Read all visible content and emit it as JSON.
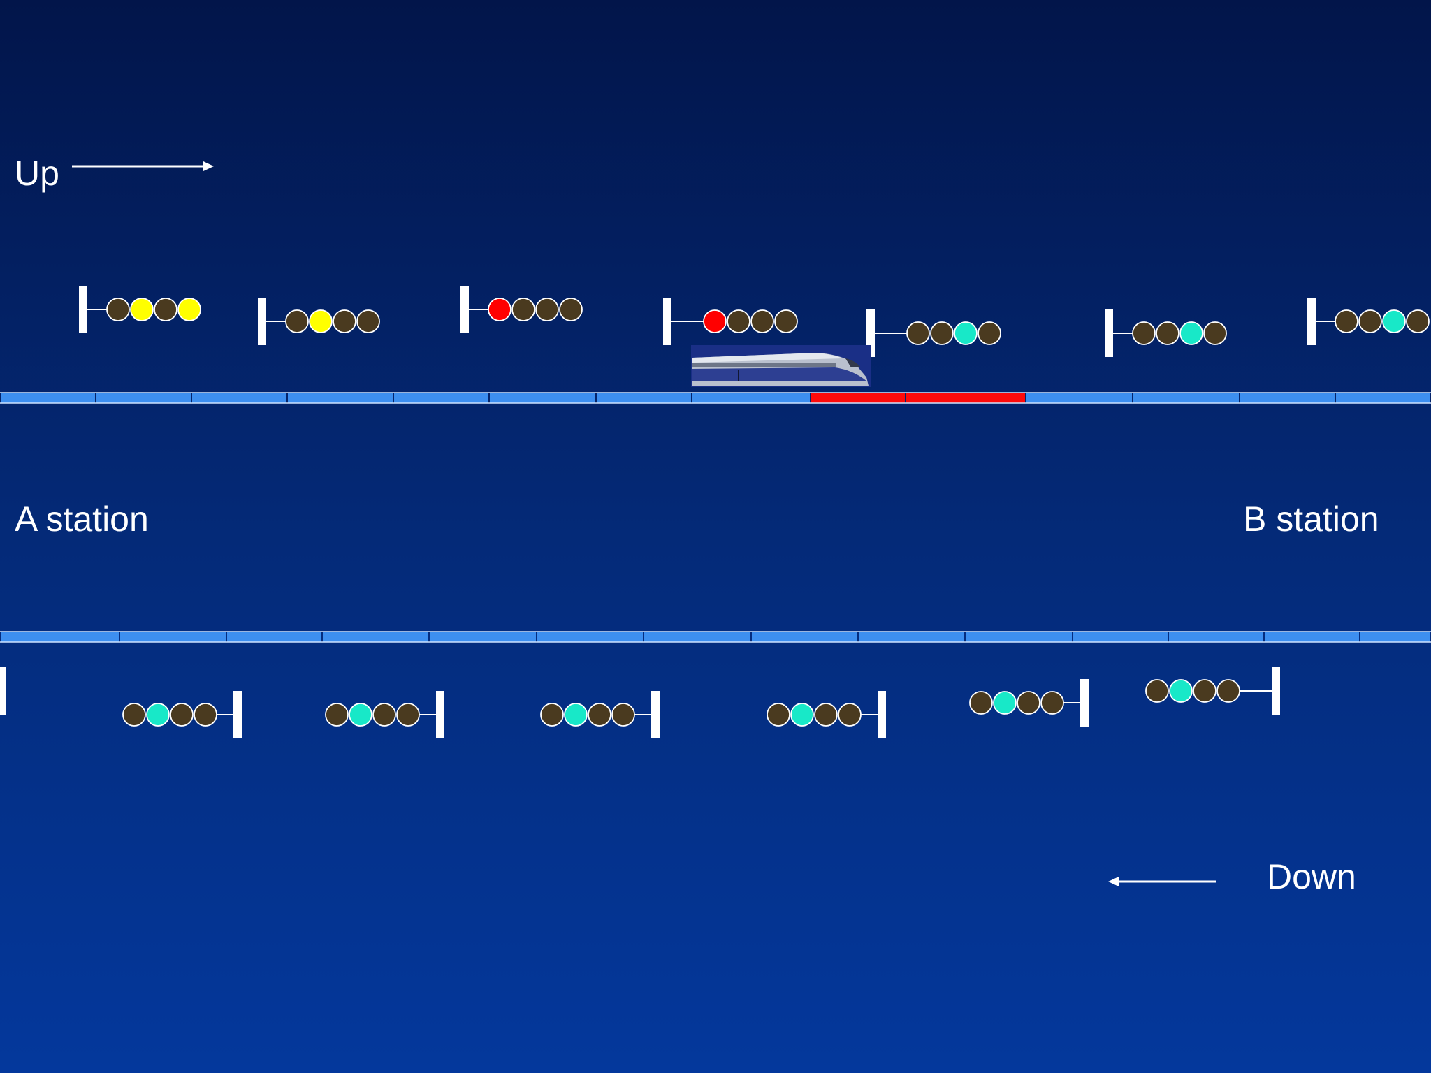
{
  "labels": {
    "up": "Up",
    "down": "Down",
    "station_a": "A station",
    "station_b": "B station"
  },
  "colors": {
    "track": "#3d8ff0",
    "occupied_track": "#ff0a0a",
    "lamp_off": "#4a3a1f",
    "yellow": "#ffff00",
    "red": "#ff0000",
    "green": "#18e8c8",
    "train_body": "#1a2f86"
  },
  "up_line": {
    "direction": "A station to B station",
    "occupied_sections": [
      8,
      9
    ],
    "signals": [
      {
        "name": "up-signal-1",
        "lamps": [
          "off",
          "yellow",
          "off",
          "yellow"
        ]
      },
      {
        "name": "up-signal-2",
        "lamps": [
          "off",
          "yellow",
          "off",
          "off"
        ]
      },
      {
        "name": "up-signal-3",
        "lamps": [
          "red",
          "off",
          "off",
          "off"
        ]
      },
      {
        "name": "up-signal-4",
        "lamps": [
          "red",
          "off",
          "off",
          "off"
        ]
      },
      {
        "name": "up-signal-5",
        "lamps": [
          "off",
          "off",
          "green",
          "off"
        ]
      },
      {
        "name": "up-signal-6",
        "lamps": [
          "off",
          "off",
          "green",
          "off"
        ]
      },
      {
        "name": "up-signal-7",
        "lamps": [
          "off",
          "off",
          "green",
          "off"
        ]
      }
    ]
  },
  "down_line": {
    "direction": "B station to A station",
    "occupied_sections": [],
    "signals": [
      {
        "name": "down-signal-1",
        "lamps": [
          "off",
          "green",
          "off",
          "off"
        ]
      },
      {
        "name": "down-signal-2",
        "lamps": [
          "off",
          "green",
          "off",
          "off"
        ]
      },
      {
        "name": "down-signal-3",
        "lamps": [
          "off",
          "green",
          "off",
          "off"
        ]
      },
      {
        "name": "down-signal-4",
        "lamps": [
          "off",
          "green",
          "off",
          "off"
        ]
      },
      {
        "name": "down-signal-5",
        "lamps": [
          "off",
          "green",
          "off",
          "off"
        ]
      },
      {
        "name": "down-signal-6",
        "lamps": [
          "off",
          "green",
          "off",
          "off"
        ]
      }
    ]
  }
}
